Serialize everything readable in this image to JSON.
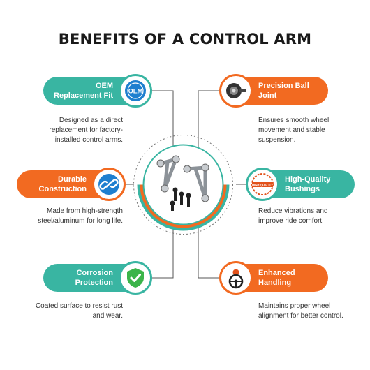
{
  "title": "BENEFITS OF A CONTROL ARM",
  "colors": {
    "teal": "#39b5a2",
    "orange": "#f26a21",
    "line": "#555555"
  },
  "benefits": [
    {
      "title_lines": [
        "OEM",
        "Replacement Fit"
      ],
      "description_lines": [
        "Designed as a direct",
        "replacement for factory-",
        "installed control arms."
      ],
      "icon": "oem-badge-icon",
      "badge_text": "OEM"
    },
    {
      "title_lines": [
        "Precision Ball",
        "Joint"
      ],
      "description_lines": [
        "Ensures smooth wheel",
        "movement and stable",
        "suspension."
      ],
      "icon": "ball-joint-icon"
    },
    {
      "title_lines": [
        "Durable",
        "Construction"
      ],
      "description_lines": [
        "Made from high-strength",
        "steel/aluminum for long life."
      ],
      "icon": "chain-link-icon"
    },
    {
      "title_lines": [
        "High-Quality",
        "Bushings"
      ],
      "description_lines": [
        "Reduce vibrations and",
        "improve ride comfort."
      ],
      "icon": "quality-stamp-icon",
      "badge_text": "HIGH QUALITY"
    },
    {
      "title_lines": [
        "Corrosion",
        "Protection"
      ],
      "description_lines": [
        "Coated surface to resist rust",
        "and wear."
      ],
      "icon": "shield-check-icon"
    },
    {
      "title_lines": [
        "Enhanced",
        "Handling"
      ],
      "description_lines": [
        "Maintains proper wheel",
        "alignment for better control."
      ],
      "icon": "steering-wheel-icon"
    }
  ],
  "center_image": "control-arm-kit-icon"
}
